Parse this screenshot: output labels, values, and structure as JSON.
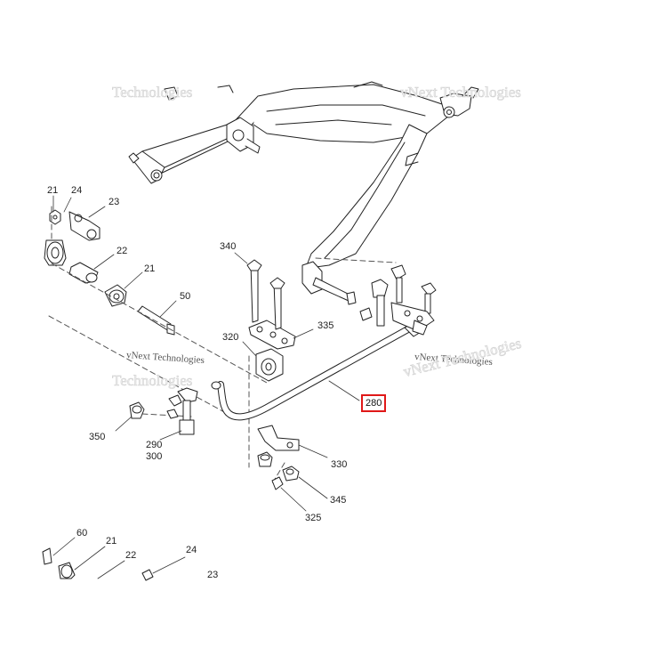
{
  "watermarks": {
    "top_left": "Technologies",
    "top_right": "vNext Technologies",
    "mid_left_small": "vNext Technologies",
    "mid_left_big": "Technologies",
    "mid_right_small": "vNext Technologies",
    "mid_right_big": "vNext Technologies"
  },
  "callouts": {
    "highlighted_part": "280"
  },
  "part_labels": {
    "p21_top": "21",
    "p24_top": "24",
    "p23_top": "23",
    "p22_top": "22",
    "p21_mid": "21",
    "p50": "50",
    "p340": "340",
    "p320": "320",
    "p335": "335",
    "p350": "350",
    "p290": "290",
    "p300": "300",
    "p330": "330",
    "p345": "345",
    "p325": "325",
    "p60": "60",
    "p21_bottom": "21",
    "p22_bottom": "22",
    "p24_bottom": "24",
    "p23_bottom": "23"
  },
  "colors": {
    "line": "#222222",
    "highlight_border": "#e01818",
    "watermark_fill": "#f0f0f0"
  }
}
